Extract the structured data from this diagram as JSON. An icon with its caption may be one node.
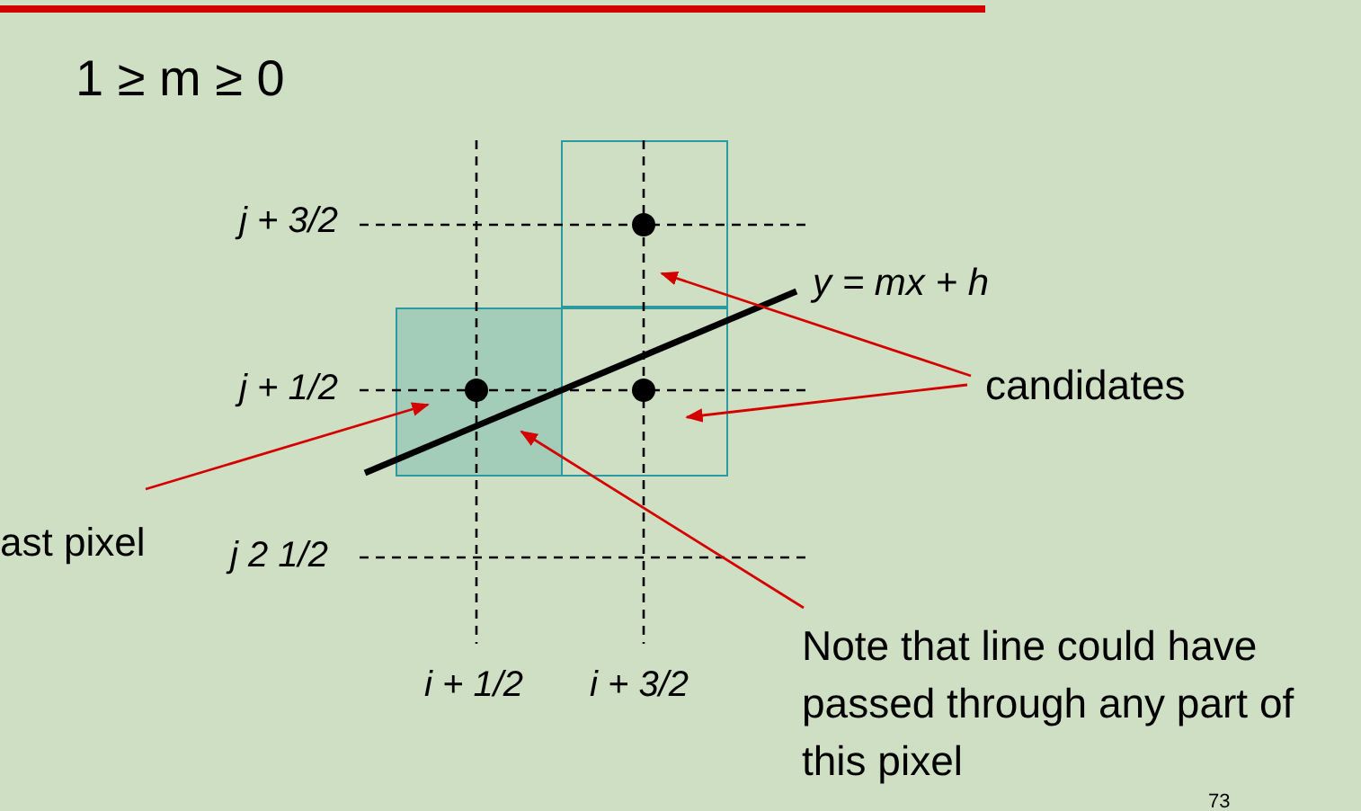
{
  "diagram": {
    "title": "1 ≥ m ≥ 0",
    "nodes": [
      {
        "text": [
          "ast pixel"
        ]
      },
      {
        "text": [
          "candidates"
        ]
      },
      {
        "text": [
          "Note that line could have passed through any part of this pixel"
        ]
      },
      {
        "text": [],
        "shape": "box"
      },
      {
        "text": [],
        "shape": "box"
      },
      {
        "text": [],
        "shape": "box"
      }
    ],
    "edges": [
      {
        "from": 0,
        "to": 4,
        "arrow": "to"
      },
      {
        "from": 1,
        "to": 3,
        "arrow": "to"
      },
      {
        "from": 1,
        "to": 5,
        "arrow": "to"
      },
      {
        "from": 2,
        "to": 4,
        "arrow": "to"
      }
    ],
    "labels": [
      "j + 3/2",
      "y = mx + h",
      "j + 1/2",
      "j 2 1/2",
      "i + 1/2",
      "i + 3/2",
      "73"
    ]
  }
}
